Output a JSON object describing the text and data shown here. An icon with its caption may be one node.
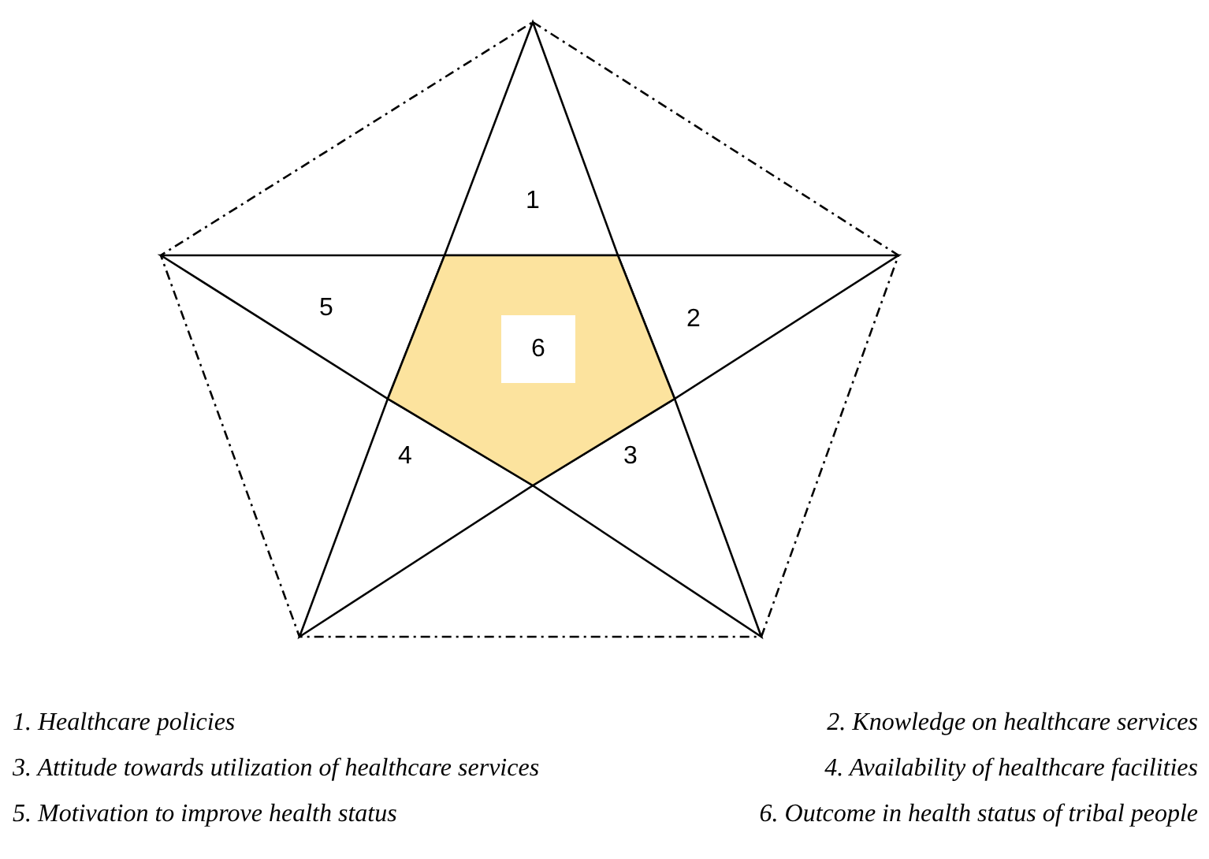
{
  "diagram": {
    "nodes": [
      {
        "text": [
          "1"
        ]
      },
      {
        "text": [
          "2"
        ]
      },
      {
        "text": [
          "3"
        ]
      },
      {
        "text": [
          "4"
        ]
      },
      {
        "text": [
          "5"
        ]
      },
      {
        "text": [
          "6"
        ]
      }
    ],
    "edges": [],
    "labels": [
      "1. Healthcare policies",
      "2. Knowledge on healthcare services",
      "3. Attitude towards utilization of healthcare services",
      "4. Availability of healthcare facilities",
      "5. Motivation to improve health status",
      "6. Outcome in health status of tribal people"
    ]
  }
}
